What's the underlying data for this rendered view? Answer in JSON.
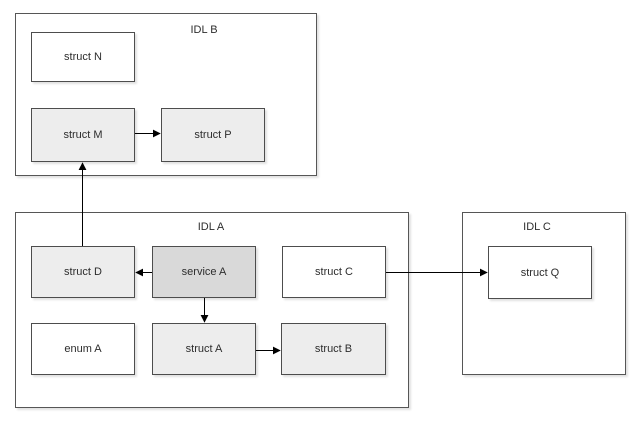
{
  "diagram": {
    "containers": [
      {
        "label": "IDL B"
      },
      {
        "label": "IDL A"
      },
      {
        "label": "IDL C"
      }
    ],
    "nodes": [
      {
        "label": "struct N",
        "container": "IDL B",
        "fill": "#ffffff"
      },
      {
        "label": "struct M",
        "container": "IDL B",
        "fill": "#ededed"
      },
      {
        "label": "struct P",
        "container": "IDL B",
        "fill": "#ededed"
      },
      {
        "label": "struct D",
        "container": "IDL A",
        "fill": "#ededed"
      },
      {
        "label": "service A",
        "container": "IDL A",
        "fill": "#d9d9d9"
      },
      {
        "label": "struct C",
        "container": "IDL A",
        "fill": "#ffffff"
      },
      {
        "label": "enum A",
        "container": "IDL A",
        "fill": "#ffffff"
      },
      {
        "label": "struct A",
        "container": "IDL A",
        "fill": "#ededed"
      },
      {
        "label": "struct B",
        "container": "IDL A",
        "fill": "#ededed"
      },
      {
        "label": "struct Q",
        "container": "IDL C",
        "fill": "#ffffff"
      }
    ],
    "edges": [
      {
        "from": "struct M",
        "to": "struct P"
      },
      {
        "from": "struct D",
        "to": "struct M"
      },
      {
        "from": "service A",
        "to": "struct D"
      },
      {
        "from": "service A",
        "to": "struct A"
      },
      {
        "from": "struct A",
        "to": "struct B"
      },
      {
        "from": "struct C",
        "to": "struct Q"
      }
    ],
    "colors": {
      "background": "#ffffff",
      "container_border": "#565656",
      "node_border": "#4d4d4d",
      "node_fill_white": "#ffffff",
      "node_fill_light": "#ededed",
      "node_fill_medium": "#d9d9d9",
      "arrow": "#000000",
      "text": "#2d2d2d"
    }
  }
}
